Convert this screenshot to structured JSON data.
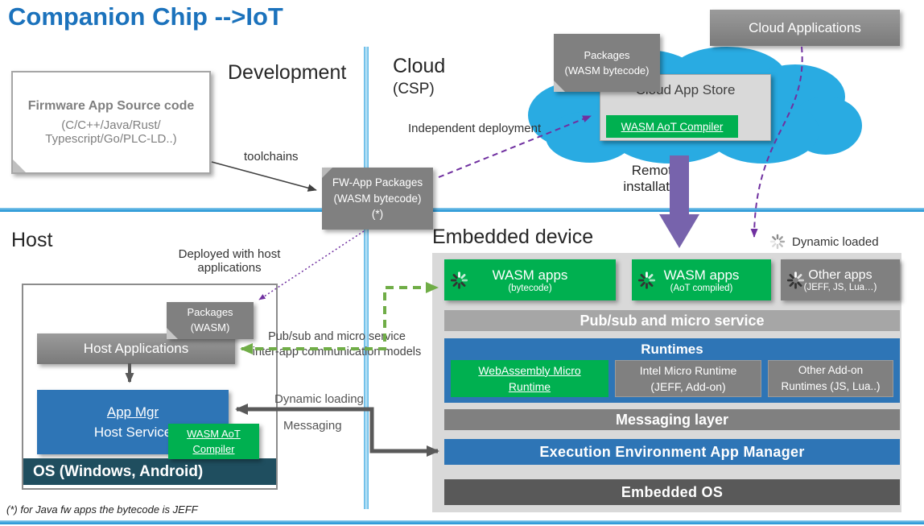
{
  "title": "Companion Chip -->IoT",
  "sections": {
    "development": "Development",
    "cloud": "Cloud",
    "cloud_sub": "(CSP)",
    "host": "Host",
    "embedded": "Embedded device"
  },
  "firmware_box": {
    "title": "Firmware App Source code",
    "line2": "(C/C++/Java/Rust/",
    "line3": "Typescript/Go/PLC-LD..)"
  },
  "fw_packages": {
    "line1": "FW-App Packages",
    "line2": "(WASM bytecode)",
    "line3": "(*)"
  },
  "cloud_area": {
    "packages_note_line1": "Packages",
    "packages_note_line2": "(WASM bytecode)",
    "app_store": "Cloud App Store",
    "aot_compiler": "WASM AoT Compiler",
    "cloud_applications": "Cloud Applications",
    "remote_line1": "Remote",
    "remote_line2": "installation"
  },
  "labels": {
    "toolchains": "toolchains",
    "independent_deployment": "Independent deployment",
    "dynamic_loaded": "Dynamic loaded",
    "deployed_line1": "Deployed with host",
    "deployed_line2": "applications",
    "pubsub_line1": "Pub/sub and micro service",
    "pubsub_line2": "inter-app communication models",
    "dynamic_loading": "Dynamic loading",
    "messaging": "Messaging",
    "footnote": "(*) for Java fw apps the bytecode is JEFF"
  },
  "host_area": {
    "packages_note_line1": "Packages",
    "packages_note_line2": "(WASM)",
    "host_applications": "Host Applications",
    "app_mgr_line1": "App Mgr",
    "app_mgr_line2": "Host Service",
    "aot_compiler_line1": "WASM AoT",
    "aot_compiler_line2": "Compiler",
    "os_bar": "OS (Windows, Android)"
  },
  "embedded_area": {
    "wasm_bytecode_title": "WASM apps",
    "wasm_bytecode_sub": "(bytecode)",
    "wasm_aot_title": "WASM apps",
    "wasm_aot_sub": "(AoT compiled)",
    "other_apps_title": "Other apps",
    "other_apps_sub": "(JEFF, JS, Lua…)",
    "pubsub_bar": "Pub/sub and micro service",
    "runtimes_title": "Runtimes",
    "wamr_line1": "WebAssembly Micro",
    "wamr_line2": "Runtime",
    "intel_line1": "Intel Micro Runtime",
    "intel_line2": "(JEFF, Add-on)",
    "other_rt_line1": "Other Add-on",
    "other_rt_line2": "Runtimes (JS, Lua..)",
    "messaging_bar": "Messaging layer",
    "exec_env_bar": "Execution Environment App Manager",
    "embedded_os_bar": "Embedded OS"
  },
  "colors": {
    "title_blue": "#1B72BC",
    "cloud_cyan": "#29ABE2",
    "green": "#00B050",
    "gray": "#808080",
    "light_gray_panel": "#D9D9D9",
    "pubsub_gray": "#A6A6A6",
    "dark_gray": "#595959",
    "bar_blue": "#2E75B6",
    "purple": "#7030A0",
    "arrow_green": "#70AD47",
    "os_dark_teal": "#1F4E5F",
    "divider_blue": "#41A8DC"
  }
}
